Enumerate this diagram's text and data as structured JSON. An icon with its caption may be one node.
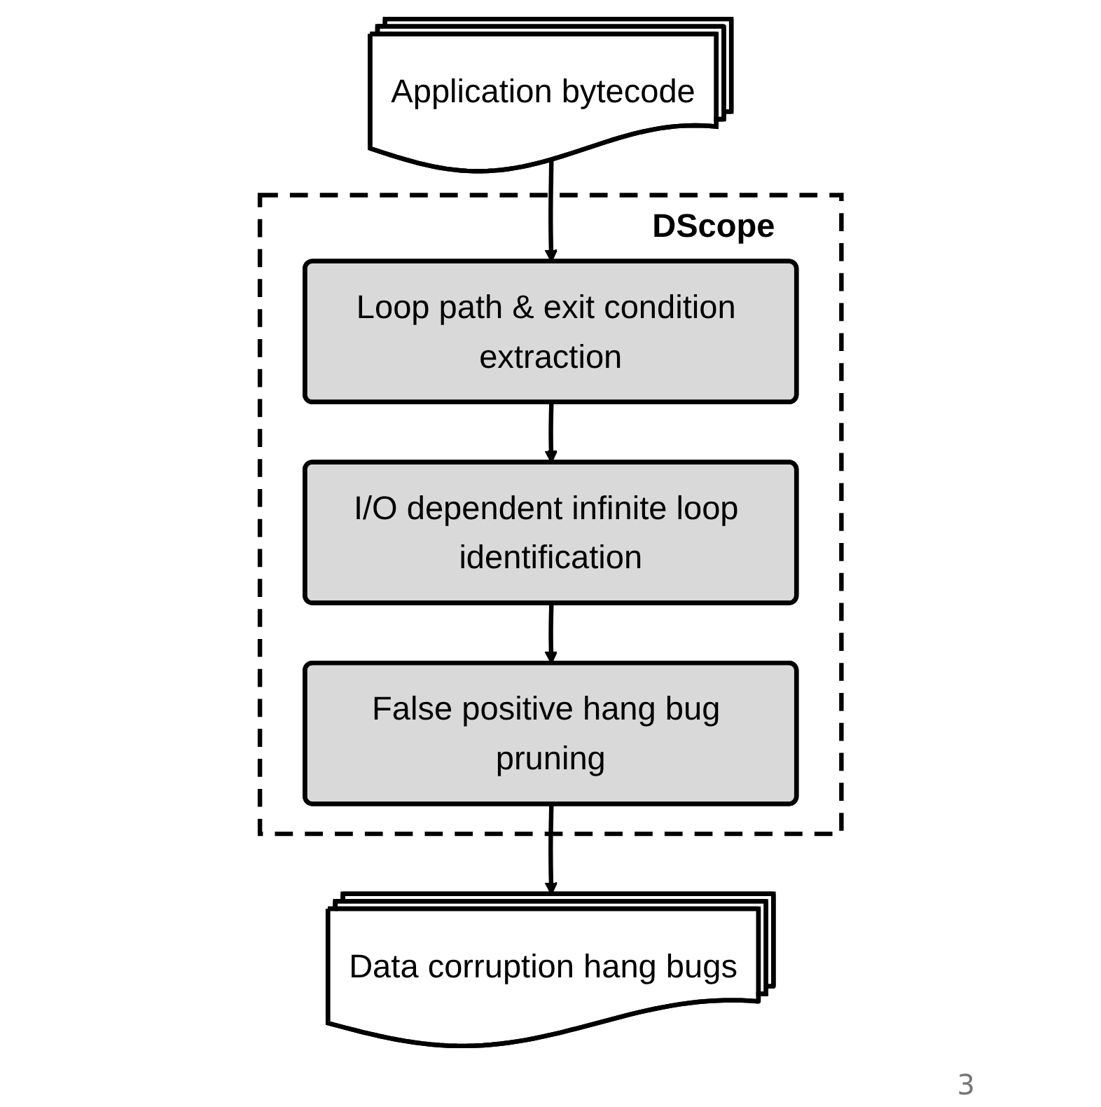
{
  "diagram": {
    "nodes": [
      {
        "text": [
          "Application bytecode"
        ]
      },
      {
        "text": [
          "DScope"
        ]
      },
      {
        "text": [
          "Loop path & exit condition extraction"
        ],
        "in": 1
      },
      {
        "text": [
          "I/O dependent infinite loop identification"
        ],
        "in": 1
      },
      {
        "text": [
          "False positive hang bug pruning"
        ],
        "in": 1
      },
      {
        "text": [
          "Data corruption hang bugs"
        ]
      }
    ],
    "edges": [
      {
        "from": 0,
        "to": 2,
        "arrow": "to"
      },
      {
        "from": 2,
        "to": 3,
        "arrow": "to"
      },
      {
        "from": 3,
        "to": 4,
        "arrow": "to"
      },
      {
        "from": 4,
        "to": 5,
        "arrow": "to"
      }
    ],
    "labels": [
      "3"
    ]
  }
}
